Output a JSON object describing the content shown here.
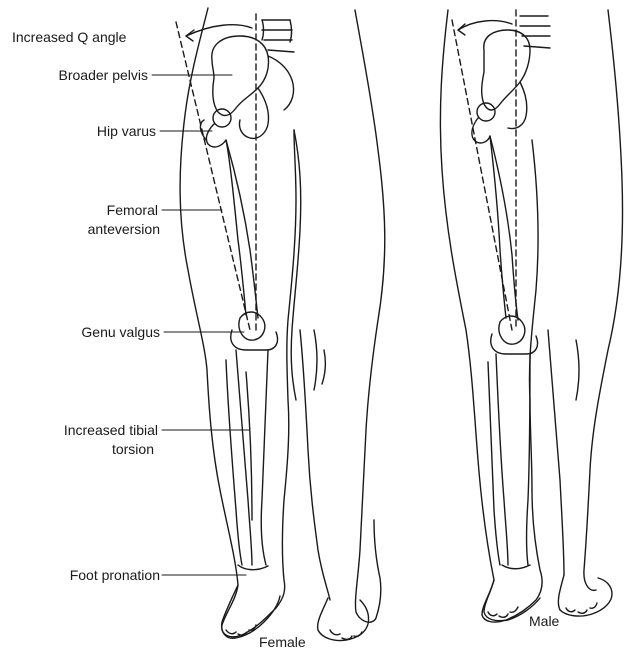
{
  "labels": {
    "q_angle": "Increased Q angle",
    "pelvis": "Broader pelvis",
    "hip_varus": "Hip varus",
    "femoral_1": "Femoral",
    "femoral_2": "anteversion",
    "genu_valgus": "Genu valgus",
    "tibial_1": "Increased tibial",
    "tibial_2": "torsion",
    "foot_pronation": "Foot pronation"
  },
  "captions": {
    "female": "Female",
    "male": "Male"
  },
  "colors": {
    "ink": "#1a1a1a",
    "background": "#ffffff"
  }
}
